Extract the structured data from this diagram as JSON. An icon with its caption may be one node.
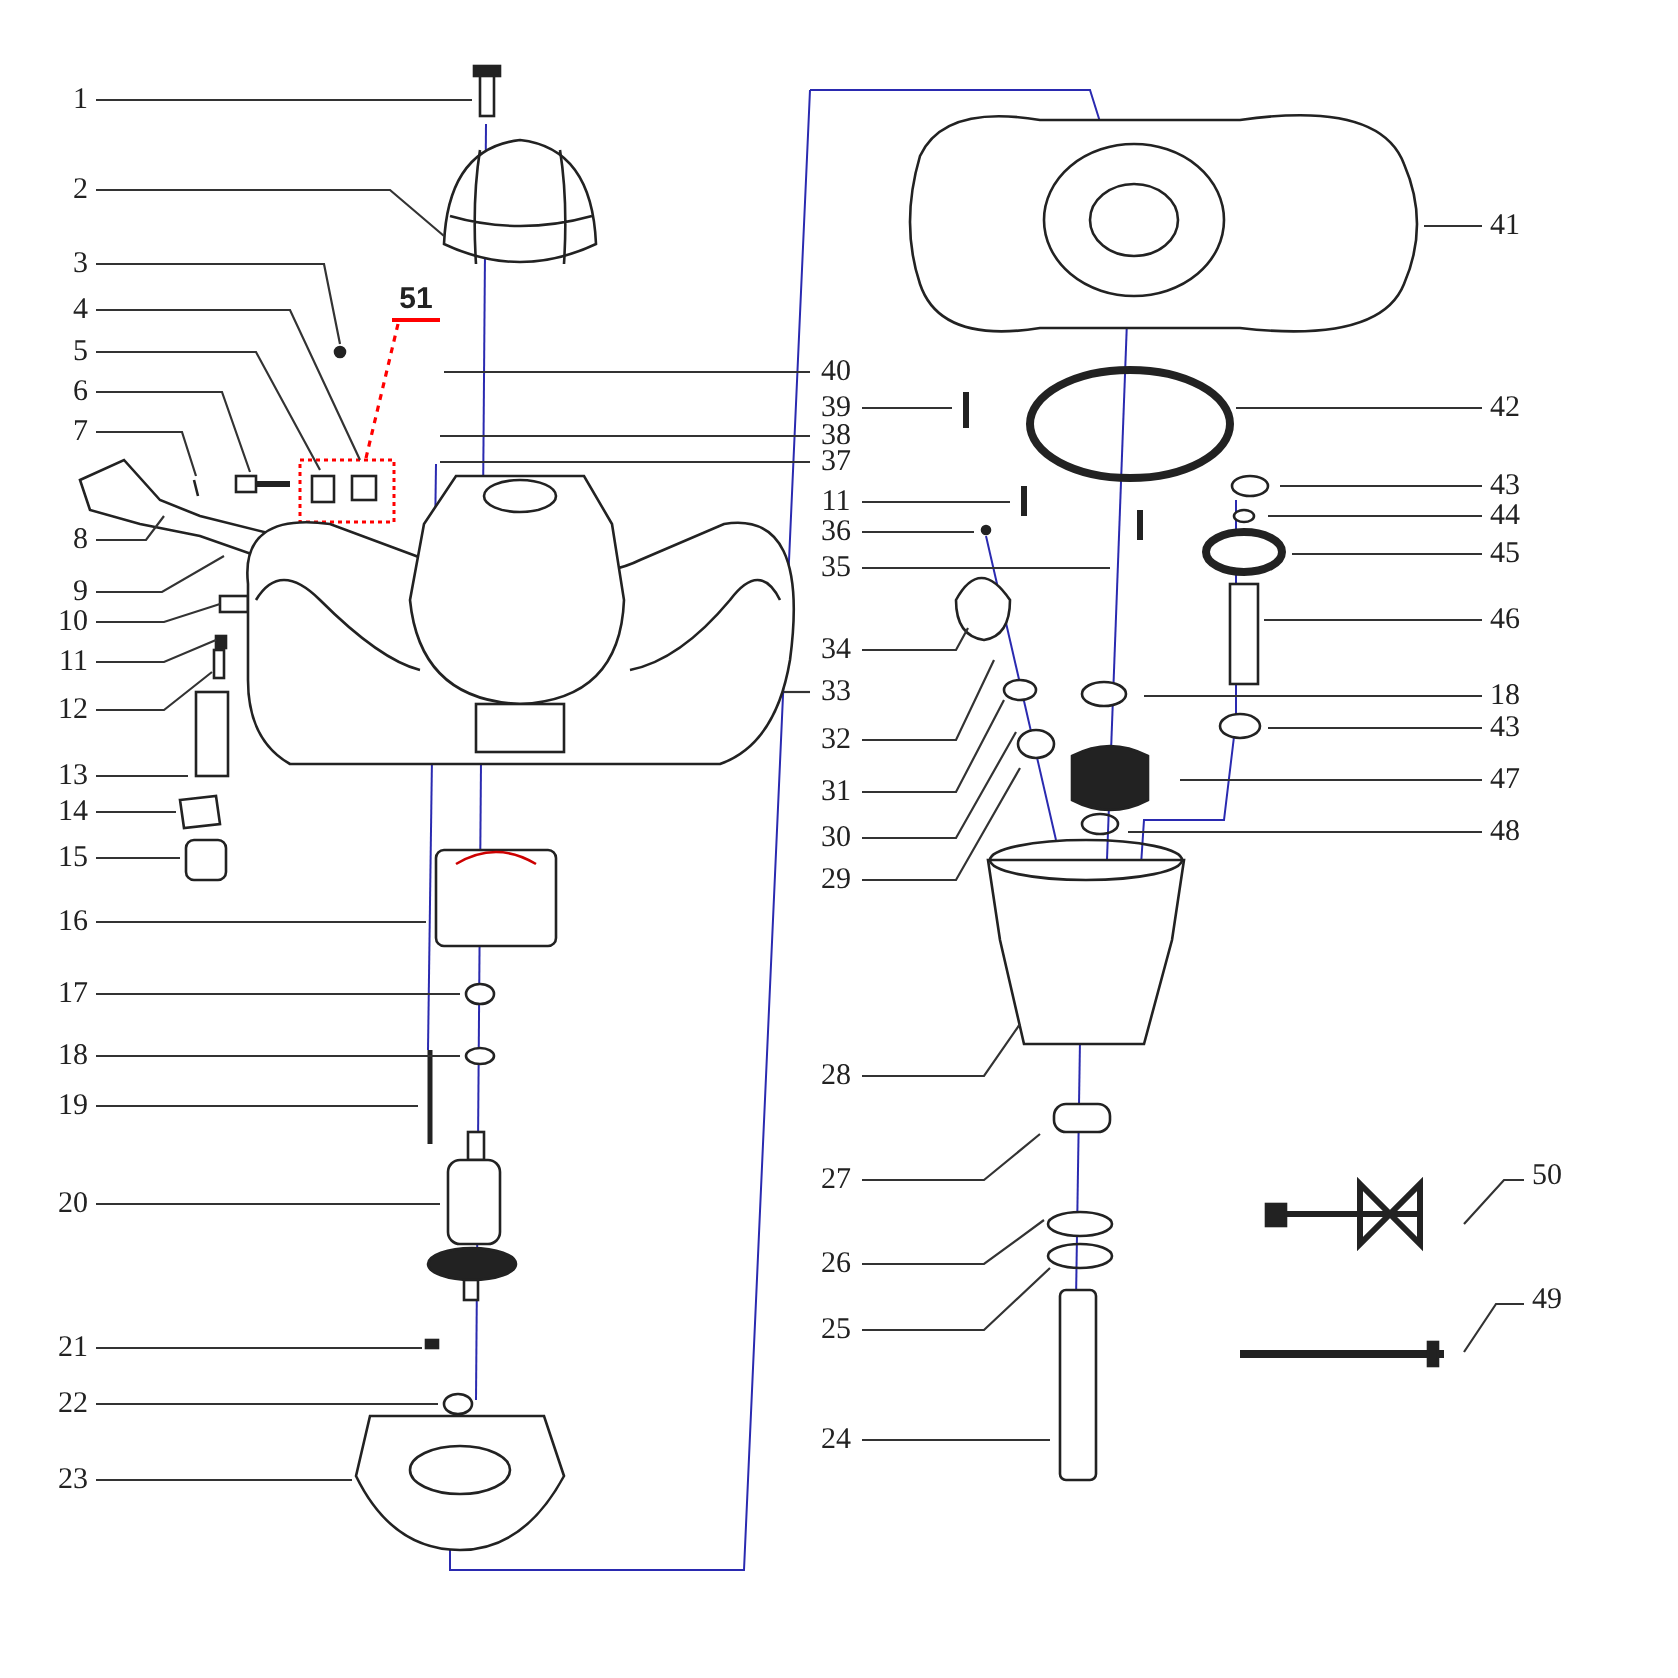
{
  "diagram": {
    "nodes": [
      {
        "text": [
          "1"
        ]
      },
      {
        "text": [
          "2"
        ]
      },
      {
        "text": [
          "3"
        ]
      },
      {
        "text": [
          "4"
        ]
      },
      {
        "text": [
          "5"
        ]
      },
      {
        "text": [
          "6"
        ]
      },
      {
        "text": [
          "7"
        ]
      },
      {
        "text": [
          "8"
        ]
      },
      {
        "text": [
          "9"
        ]
      },
      {
        "text": [
          "10"
        ]
      },
      {
        "text": [
          "11"
        ]
      },
      {
        "text": [
          "12"
        ]
      },
      {
        "text": [
          "13"
        ]
      },
      {
        "text": [
          "14"
        ]
      },
      {
        "text": [
          "15"
        ]
      },
      {
        "text": [
          "16"
        ]
      },
      {
        "text": [
          "17"
        ]
      },
      {
        "text": [
          "18"
        ]
      },
      {
        "text": [
          "19"
        ]
      },
      {
        "text": [
          "20"
        ]
      },
      {
        "text": [
          "21"
        ]
      },
      {
        "text": [
          "22"
        ]
      },
      {
        "text": [
          "23"
        ]
      },
      {
        "text": [
          "51"
        ]
      },
      {
        "text": [
          "40"
        ]
      },
      {
        "text": [
          "39"
        ]
      },
      {
        "text": [
          "38"
        ]
      },
      {
        "text": [
          "37"
        ]
      },
      {
        "text": [
          "11"
        ]
      },
      {
        "text": [
          "36"
        ]
      },
      {
        "text": [
          "35"
        ]
      },
      {
        "text": [
          "34"
        ]
      },
      {
        "text": [
          "33"
        ]
      },
      {
        "text": [
          "32"
        ]
      },
      {
        "text": [
          "31"
        ]
      },
      {
        "text": [
          "30"
        ]
      },
      {
        "text": [
          "29"
        ]
      },
      {
        "text": [
          "28"
        ]
      },
      {
        "text": [
          "27"
        ]
      },
      {
        "text": [
          "26"
        ]
      },
      {
        "text": [
          "25"
        ]
      },
      {
        "text": [
          "24"
        ]
      },
      {
        "text": [
          "41"
        ]
      },
      {
        "text": [
          "42"
        ]
      },
      {
        "text": [
          "43"
        ]
      },
      {
        "text": [
          "44"
        ]
      },
      {
        "text": [
          "45"
        ]
      },
      {
        "text": [
          "46"
        ]
      },
      {
        "text": [
          "18"
        ]
      },
      {
        "text": [
          "43"
        ]
      },
      {
        "text": [
          "47"
        ]
      },
      {
        "text": [
          "48"
        ]
      },
      {
        "text": [
          "50"
        ]
      },
      {
        "text": [
          "49"
        ]
      }
    ],
    "edges": [
      {
        "from": 0,
        "to": null,
        "arrow": "none"
      },
      {
        "from": 1,
        "to": null,
        "arrow": "none"
      },
      {
        "from": 2,
        "to": null,
        "arrow": "none"
      },
      {
        "from": 3,
        "to": null,
        "arrow": "none"
      },
      {
        "from": 4,
        "to": null,
        "arrow": "none"
      },
      {
        "from": 5,
        "to": null,
        "arrow": "none"
      },
      {
        "from": 6,
        "to": null,
        "arrow": "none"
      },
      {
        "from": 7,
        "to": null,
        "arrow": "none"
      },
      {
        "from": 8,
        "to": null,
        "arrow": "none"
      },
      {
        "from": 9,
        "to": null,
        "arrow": "none"
      },
      {
        "from": 10,
        "to": null,
        "arrow": "none"
      },
      {
        "from": 11,
        "to": null,
        "arrow": "none"
      },
      {
        "from": 12,
        "to": null,
        "arrow": "none"
      },
      {
        "from": 13,
        "to": null,
        "arrow": "none"
      },
      {
        "from": 14,
        "to": null,
        "arrow": "none"
      },
      {
        "from": 15,
        "to": null,
        "arrow": "none"
      },
      {
        "from": 16,
        "to": null,
        "arrow": "none"
      },
      {
        "from": 17,
        "to": null,
        "arrow": "none"
      },
      {
        "from": 18,
        "to": null,
        "arrow": "none"
      },
      {
        "from": 19,
        "to": null,
        "arrow": "none"
      },
      {
        "from": 20,
        "to": null,
        "arrow": "none"
      },
      {
        "from": 21,
        "to": null,
        "arrow": "none"
      },
      {
        "from": 22,
        "to": null,
        "arrow": "none"
      },
      {
        "from": 23,
        "to": null,
        "arrow": "none",
        "style": "dashed",
        "color": "#ff0000"
      },
      {
        "from": 24,
        "to": null,
        "arrow": "none"
      },
      {
        "from": 25,
        "to": null,
        "arrow": "none"
      },
      {
        "from": 26,
        "to": null,
        "arrow": "none"
      },
      {
        "from": 27,
        "to": null,
        "arrow": "none"
      },
      {
        "from": 28,
        "to": null,
        "arrow": "none"
      },
      {
        "from": 29,
        "to": null,
        "arrow": "none"
      },
      {
        "from": 30,
        "to": null,
        "arrow": "none"
      },
      {
        "from": 31,
        "to": null,
        "arrow": "none"
      },
      {
        "from": 32,
        "to": null,
        "arrow": "none"
      },
      {
        "from": 33,
        "to": null,
        "arrow": "none"
      },
      {
        "from": 34,
        "to": null,
        "arrow": "none"
      },
      {
        "from": 35,
        "to": null,
        "arrow": "none"
      },
      {
        "from": 36,
        "to": null,
        "arrow": "none"
      },
      {
        "from": 37,
        "to": null,
        "arrow": "none"
      },
      {
        "from": 38,
        "to": null,
        "arrow": "none"
      },
      {
        "from": 39,
        "to": null,
        "arrow": "none"
      },
      {
        "from": 40,
        "to": null,
        "arrow": "none"
      },
      {
        "from": 41,
        "to": null,
        "arrow": "none"
      },
      {
        "from": 42,
        "to": null,
        "arrow": "none"
      },
      {
        "from": 43,
        "to": null,
        "arrow": "none"
      },
      {
        "from": 44,
        "to": null,
        "arrow": "none"
      },
      {
        "from": 45,
        "to": null,
        "arrow": "none"
      },
      {
        "from": 46,
        "to": null,
        "arrow": "none"
      },
      {
        "from": 47,
        "to": null,
        "arrow": "none"
      },
      {
        "from": 48,
        "to": null,
        "arrow": "none"
      },
      {
        "from": 49,
        "to": null,
        "arrow": "none"
      },
      {
        "from": 50,
        "to": null,
        "arrow": "none"
      },
      {
        "from": 51,
        "to": null,
        "arrow": "none"
      },
      {
        "from": 52,
        "to": null,
        "arrow": "none"
      },
      {
        "from": 53,
        "to": null,
        "arrow": "none"
      }
    ]
  }
}
